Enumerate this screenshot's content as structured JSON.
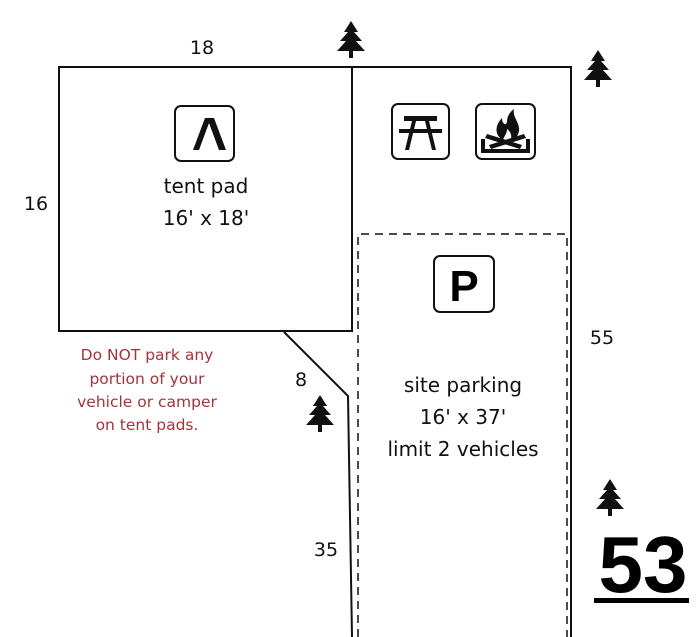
{
  "dimensions": {
    "tent_width": "18",
    "tent_depth": "16",
    "diagonal": "8",
    "right_side": "55",
    "left_lower": "35"
  },
  "tent_pad": {
    "title": "tent pad",
    "size": "16' x 18'",
    "icon": "tent-icon"
  },
  "parking": {
    "title": "site parking",
    "size": "16' x 37'",
    "limit": "limit 2 vehicles",
    "icon": "parking-icon",
    "icon_letter": "P"
  },
  "amenities": [
    {
      "icon": "picnic-table-icon"
    },
    {
      "icon": "campfire-icon"
    }
  ],
  "warning": {
    "lines": [
      "Do NOT park any",
      "portion of your",
      "vehicle or camper",
      "on tent pads."
    ],
    "color": "#a3343b"
  },
  "site_number": "53",
  "trees": [
    "tree-icon",
    "tree-icon",
    "tree-icon",
    "tree-icon"
  ]
}
